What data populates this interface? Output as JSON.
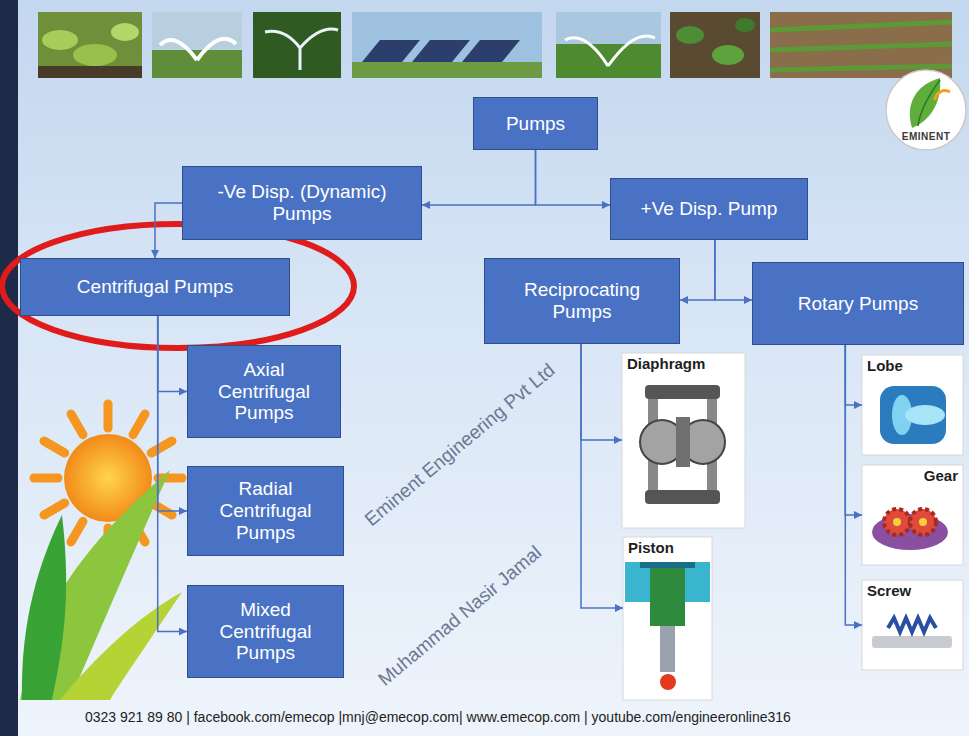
{
  "diagram": {
    "nodes": [
      {
        "text": [
          "Pumps"
        ]
      },
      {
        "text": [
          "-Ve Disp. (Dynamic) Pumps"
        ]
      },
      {
        "text": [
          "+Ve Disp. Pump"
        ]
      },
      {
        "text": [
          "Centrifugal Pumps"
        ]
      },
      {
        "text": [
          "Reciprocating Pumps"
        ]
      },
      {
        "text": [
          "Rotary Pumps"
        ]
      },
      {
        "text": [
          "Axial Centrifugal Pumps"
        ]
      },
      {
        "text": [
          "Radial Centrifugal Pumps"
        ]
      },
      {
        "text": [
          "Mixed Centrifugal Pumps"
        ]
      },
      {
        "text": [
          "Diaphragm"
        ]
      },
      {
        "text": [
          "Piston"
        ]
      },
      {
        "text": [
          "Lobe"
        ]
      },
      {
        "text": [
          "Gear"
        ]
      },
      {
        "text": [
          "Screw"
        ]
      }
    ],
    "edges": [
      {
        "from": 0,
        "to": 1,
        "arrow": "to"
      },
      {
        "from": 0,
        "to": 2,
        "arrow": "to"
      },
      {
        "from": 1,
        "to": 3,
        "arrow": "to"
      },
      {
        "from": 2,
        "to": 4,
        "arrow": "to"
      },
      {
        "from": 2,
        "to": 5,
        "arrow": "to"
      },
      {
        "from": 3,
        "to": 6,
        "arrow": "to"
      },
      {
        "from": 3,
        "to": 7,
        "arrow": "to"
      },
      {
        "from": 3,
        "to": 8,
        "arrow": "to"
      },
      {
        "from": 4,
        "to": 9,
        "arrow": "to"
      },
      {
        "from": 4,
        "to": 10,
        "arrow": "to"
      },
      {
        "from": 5,
        "to": 11,
        "arrow": "to"
      },
      {
        "from": 5,
        "to": 12,
        "arrow": "to"
      },
      {
        "from": 5,
        "to": 13,
        "arrow": "to"
      }
    ],
    "labels": [
      "EMINENT",
      "Eminent Engineering Pvt Ltd",
      "Muhammad Nasir Jamal",
      "0323 921 89 80 | facebook.com/emecop |mnj@emecop.com| www.emecop.com | youtube.com/engineeronline316"
    ]
  }
}
